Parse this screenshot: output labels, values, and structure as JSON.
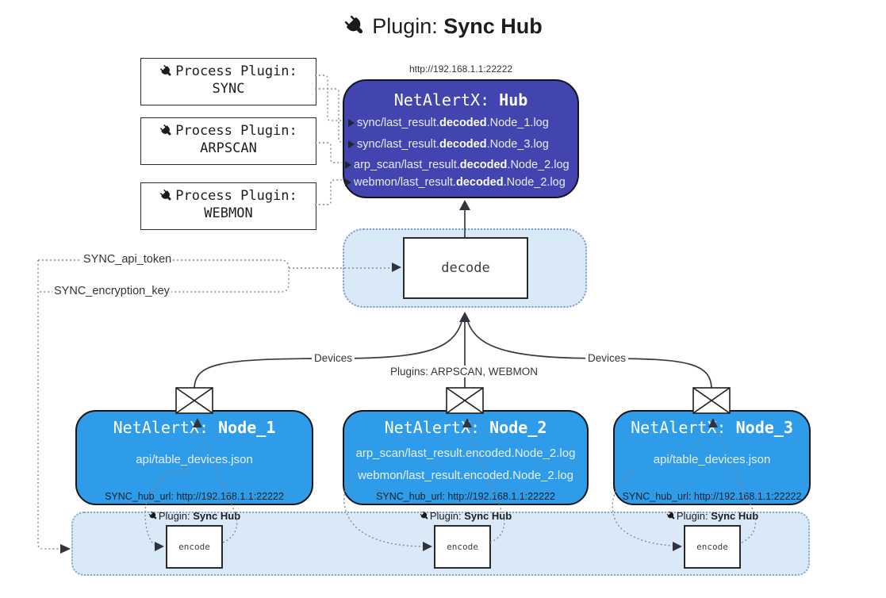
{
  "title": {
    "prefix": "Plugin:",
    "name": "Sync Hub"
  },
  "colors": {
    "hub_fill": "#4245b0",
    "node_fill": "#2e9ce9",
    "panel_fill": "#d9e9f8",
    "line_dark": "#3a3a3a",
    "line_dotted": "#8a8a8a"
  },
  "process_plugins": [
    {
      "label": "Process Plugin:",
      "name": "SYNC"
    },
    {
      "label": "Process Plugin:",
      "name": "ARPSCAN"
    },
    {
      "label": "Process Plugin:",
      "name": "WEBMON"
    }
  ],
  "hub": {
    "url": "http://192.168.1.1:22222",
    "title_prefix": "NetAlertX:",
    "title_name": "Hub",
    "items": [
      {
        "pre": "sync/last_result.",
        "bold": "decoded",
        "post": ".Node_1.log"
      },
      {
        "pre": "sync/last_result.",
        "bold": "decoded",
        "post": ".Node_3.log"
      },
      {
        "pre": "arp_scan/last_result.",
        "bold": "decoded",
        "post": ".Node_2.log"
      },
      {
        "pre": "webmon/last_result.",
        "bold": "decoded",
        "post": ".Node_2.log"
      }
    ]
  },
  "decode": {
    "label": "decode"
  },
  "config_labels": {
    "api_token": "SYNC_api_token",
    "encryption_key": "SYNC_encryption_key"
  },
  "edges": {
    "left_label": "Devices",
    "middle_label": "Plugins: ARPSCAN, WEBMON",
    "right_label": "Devices"
  },
  "nodes": [
    {
      "title_prefix": "NetAlertX:",
      "title_name": "Node_1",
      "files": [
        "api/table_devices.json"
      ],
      "hub_url": "SYNC_hub_url: http://192.168.1.1:22222"
    },
    {
      "title_prefix": "NetAlertX:",
      "title_name": "Node_2",
      "files": [
        "arp_scan/last_result.encoded.Node_2.log",
        "webmon/last_result.encoded.Node_2.log"
      ],
      "hub_url": "SYNC_hub_url: http://192.168.1.1:22222"
    },
    {
      "title_prefix": "NetAlertX:",
      "title_name": "Node_3",
      "files": [
        "api/table_devices.json"
      ],
      "hub_url": "SYNC_hub_url: http://192.168.1.1:22222"
    }
  ],
  "encode": {
    "plugin_prefix": "Plugin:",
    "plugin_name": "Sync Hub",
    "label": "encode"
  }
}
